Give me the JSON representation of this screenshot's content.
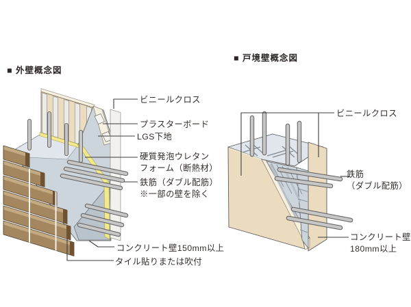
{
  "colors": {
    "background": "#ffffff",
    "outline": "#4f4f4f",
    "label_text": "#342e2c",
    "plasterboard": "#ebdcc0",
    "panel_edge": "#f6f0e0",
    "vinyl_white": "#f2f1ed",
    "foam_yellow": "#f2e98c",
    "concrete_top": "#e0e6eb",
    "concrete_cut": "#cdd5dc",
    "concrete_front": "#b9c3cc",
    "tile_front": "#a5875f",
    "tile_top": "#c4aa82",
    "tile_side": "#6e5231",
    "stud": "#ebebe8",
    "rebar": "#c6c6c6"
  },
  "left_diagram": {
    "title": "■ 外壁概念図",
    "labels": {
      "vinyl": "ビニールクロス",
      "plasterboard": "プラスターボード",
      "lgs": "LGS下地",
      "foam": "硬質発泡ウレタン\nフォーム（断熱材）",
      "rebar": "鉄筋（ダブル配筋）\n※一部の壁を除く",
      "concrete": "コンクリート壁150mm以上",
      "tile": "タイル貼りまたは吹付"
    }
  },
  "right_diagram": {
    "title": "■ 戸境壁概念図",
    "labels": {
      "vinyl": "ビニールクロス",
      "rebar": "鉄筋\n（ダブル配筋）",
      "concrete": "コンクリート壁\n180mm以上"
    }
  }
}
